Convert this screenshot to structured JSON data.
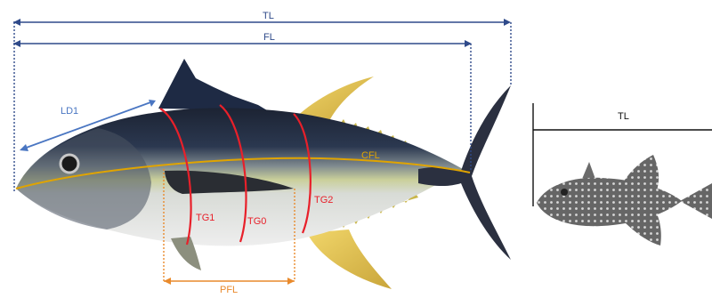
{
  "labels": {
    "tl_main": "TL",
    "fl": "FL",
    "ld1": "LD1",
    "cfl": "CFL",
    "tg1": "TG1",
    "tg0": "TG0",
    "tg2": "TG2",
    "pfl": "PFL",
    "tl_small": "TL"
  },
  "colors": {
    "blue_dark": "#2f4a8a",
    "blue_light": "#4a76c2",
    "red": "#e8202a",
    "orange": "#e98a2c",
    "gold": "#e0a400",
    "black": "#111111"
  }
}
